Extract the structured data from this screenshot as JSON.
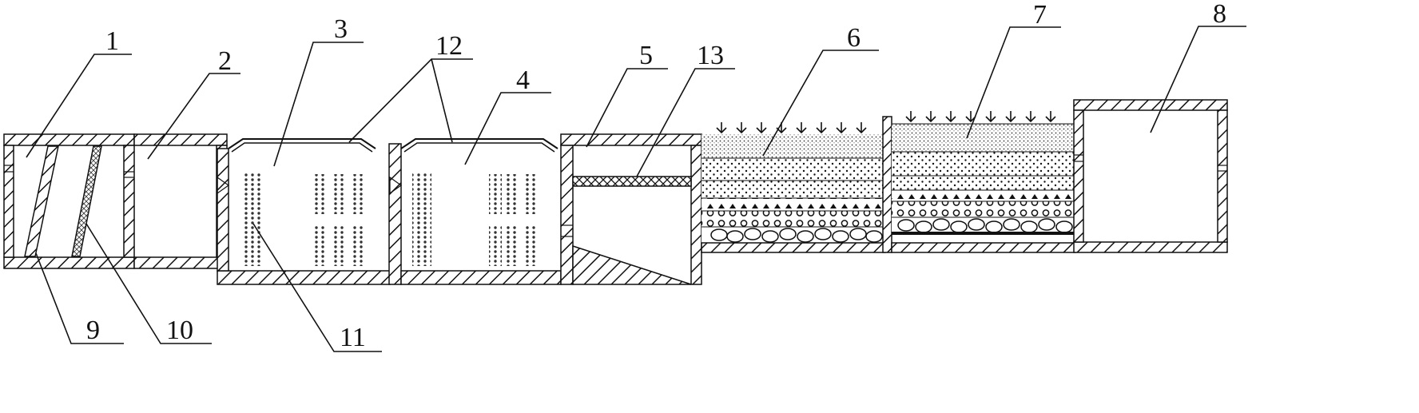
{
  "labels": {
    "l1": "1",
    "l2": "2",
    "l3": "3",
    "l4": "4",
    "l5": "5",
    "l6": "6",
    "l7": "7",
    "l8": "8",
    "l9": "9",
    "l10": "10",
    "l11": "11",
    "l12": "12",
    "l13": "13"
  },
  "colors": {
    "line": "#111111",
    "background": "#ffffff"
  }
}
